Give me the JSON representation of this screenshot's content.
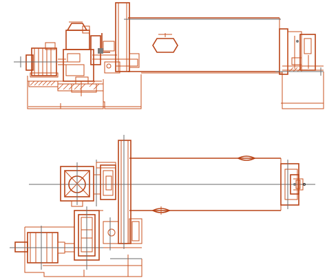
{
  "drawing": {
    "line_color": "#c8501e",
    "dark_line_color": "#b84316",
    "secondary_line_color": "#6a6a6a",
    "background": "#ffffff"
  },
  "views": [
    {
      "id": "front-elevation",
      "parts": [
        "motor",
        "gear-reducer",
        "coupling",
        "mill-drum",
        "feed-end",
        "foundation"
      ]
    },
    {
      "id": "plan-view",
      "parts": [
        "motor",
        "gear-reducer",
        "pinion-housing",
        "girth-gear",
        "mill-drum",
        "discharge-end",
        "foundation"
      ]
    }
  ]
}
